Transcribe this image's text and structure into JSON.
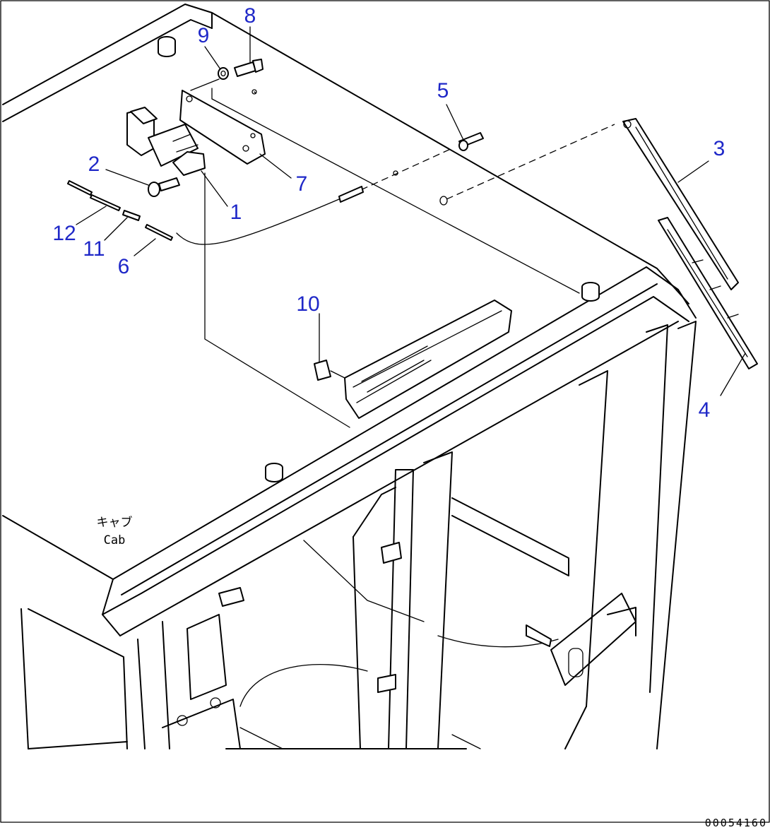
{
  "diagram": {
    "callouts": [
      {
        "id": "c1",
        "text": "1"
      },
      {
        "id": "c2",
        "text": "2"
      },
      {
        "id": "c3",
        "text": "3"
      },
      {
        "id": "c4",
        "text": "4"
      },
      {
        "id": "c5",
        "text": "5"
      },
      {
        "id": "c6",
        "text": "6"
      },
      {
        "id": "c7",
        "text": "7"
      },
      {
        "id": "c8",
        "text": "8"
      },
      {
        "id": "c9",
        "text": "9"
      },
      {
        "id": "c10",
        "text": "10"
      },
      {
        "id": "c11",
        "text": "11"
      },
      {
        "id": "c12",
        "text": "12"
      }
    ],
    "cab_label_jp": "キャブ",
    "cab_label_en": "Cab",
    "drawing_code": "00054160",
    "colors": {
      "callout": "#1f28c8",
      "line": "#000000",
      "background": "#ffffff"
    }
  }
}
